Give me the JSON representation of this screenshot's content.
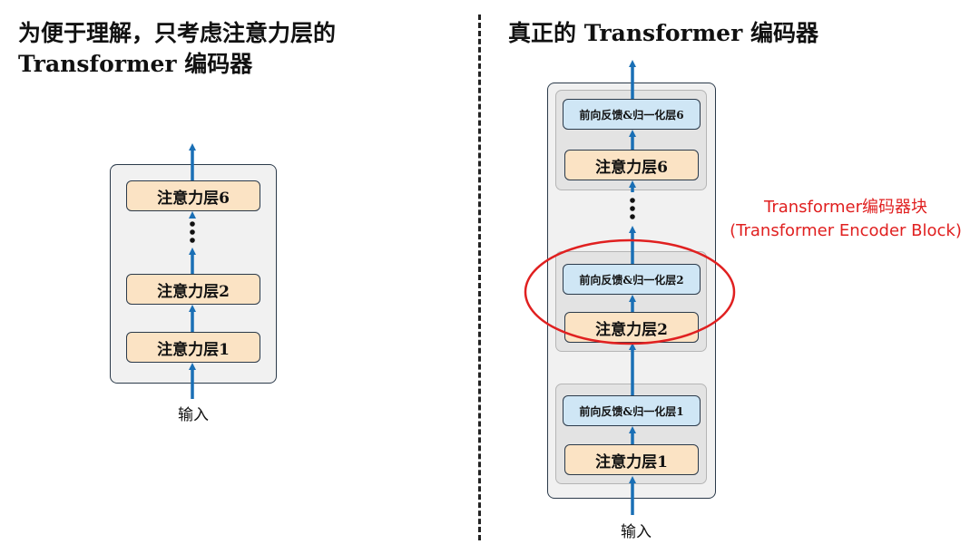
{
  "left": {
    "heading_line1": "为便于理解，只考虑注意力层的",
    "heading_line2": "Transformer 编码器",
    "layers": [
      "注意力层6",
      "注意力层2",
      "注意力层1"
    ],
    "ellipsis": "⋮",
    "input_label": "输入"
  },
  "right": {
    "heading": "真正的 Transformer 编码器",
    "blocks": [
      {
        "ffn": "前向反馈&归一化层6",
        "attn": "注意力层6"
      },
      {
        "ffn": "前向反馈&归一化层2",
        "attn": "注意力层2"
      },
      {
        "ffn": "前向反馈&归一化层1",
        "attn": "注意力层1"
      }
    ],
    "ellipsis": "⋮",
    "input_label": "输入",
    "annotation_line1": "Transformer编码器块",
    "annotation_line2": "(Transformer Encoder Block)"
  },
  "colors": {
    "arrow": "#1a6fb5",
    "attention_fill": "#fbe3c4",
    "ffn_fill": "#cfe6f5",
    "highlight": "#e02020",
    "panel_fill": "#f1f1f1"
  }
}
